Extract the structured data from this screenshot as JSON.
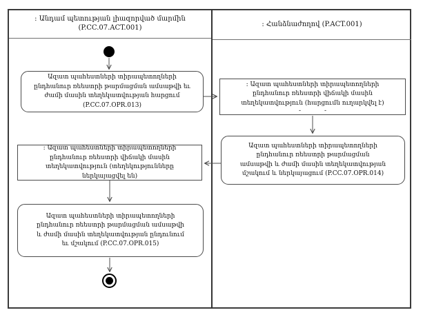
{
  "diagram": {
    "kind": "uml-activity-swimlane",
    "lanes": {
      "authorized_body": {
        "title": ": Անդամ պետության լիազորված մարմին",
        "code": "(P.CC.07.ACT.001)"
      },
      "commission": {
        "title": ": Հանձնաժողով (P.ACT.001)"
      }
    },
    "nodes": {
      "initial": {
        "type": "initial-node"
      },
      "action_opr013": {
        "type": "action",
        "lane": "authorized_body",
        "text": "Ազատ պահեստների տիրապետողների ընդհանուր ռեեստրի թարմացման ամսաթվի եւ ժամի մասին տեղեկատվության հարցում (P.CC.07.OPR.013)"
      },
      "object_request_sent": {
        "type": "object",
        "lane": "commission",
        "text": ": Ազատ պահեստների տիրապետողների ընդհանուր ռեեստրի վիճակի մասին տեղեկատվություն (հարցումն ուղարկվել է)",
        "marks": [
          "-",
          "-"
        ]
      },
      "action_opr014": {
        "type": "action",
        "lane": "commission",
        "text": "Ազատ պահեստների տիրապետողների ընդհանուր ռեեստրի թարմացման ամսաթվի և ժամի մասին տեղեկատվության մշակում և ներկայացում (P.CC.07.OPR.014)"
      },
      "object_info_submitted": {
        "type": "object",
        "lane": "authorized_body",
        "text": ": Ազատ պահեստների տիրապետողների ընդհանուր ռեեստրի վիճակի մասին տեղեկատվություն (տեղեկությունները ներկայացվել են)"
      },
      "action_opr015": {
        "type": "action",
        "lane": "authorized_body",
        "text": "Ազատ պահեստների տիրապետողների ընդհանուր ռեեստրի թարմացման ամսաթվի և ժամի մասին տեղեկատվության ընդունում եւ մշակում (P.CC.07.OPR.015)"
      },
      "final": {
        "type": "final-node"
      }
    },
    "colors": {
      "line": "#4d4d4d",
      "node_border": "#4a4a4a",
      "frame": "#3a3a3a",
      "text": "#101010",
      "background": "#ffffff"
    }
  }
}
